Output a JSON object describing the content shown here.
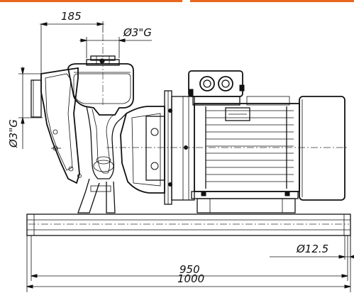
{
  "dimensions": {
    "top_spacing": "185",
    "outlet_port": "Ø3\"G",
    "inlet_port": "Ø3\"G",
    "mount_hole": "Ø12.5",
    "inner_length": "950",
    "total_length": "1000"
  },
  "colors": {
    "line": "#111111",
    "accent_bar": "#e8671c",
    "background": "#ffffff"
  }
}
